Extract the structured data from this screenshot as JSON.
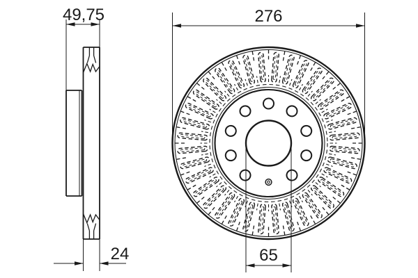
{
  "drawing": {
    "type": "brake-disc-technical-drawing",
    "background": "#ffffff",
    "ink_color": "#1a1a1a",
    "dimensions": {
      "width_total": "49,75",
      "outer_diameter": "276",
      "thickness": "24",
      "center_bore": "65"
    },
    "features": {
      "bolt_hole_count": 9,
      "set_screw_hole_count": 1,
      "vent_slot_count": 36
    }
  }
}
